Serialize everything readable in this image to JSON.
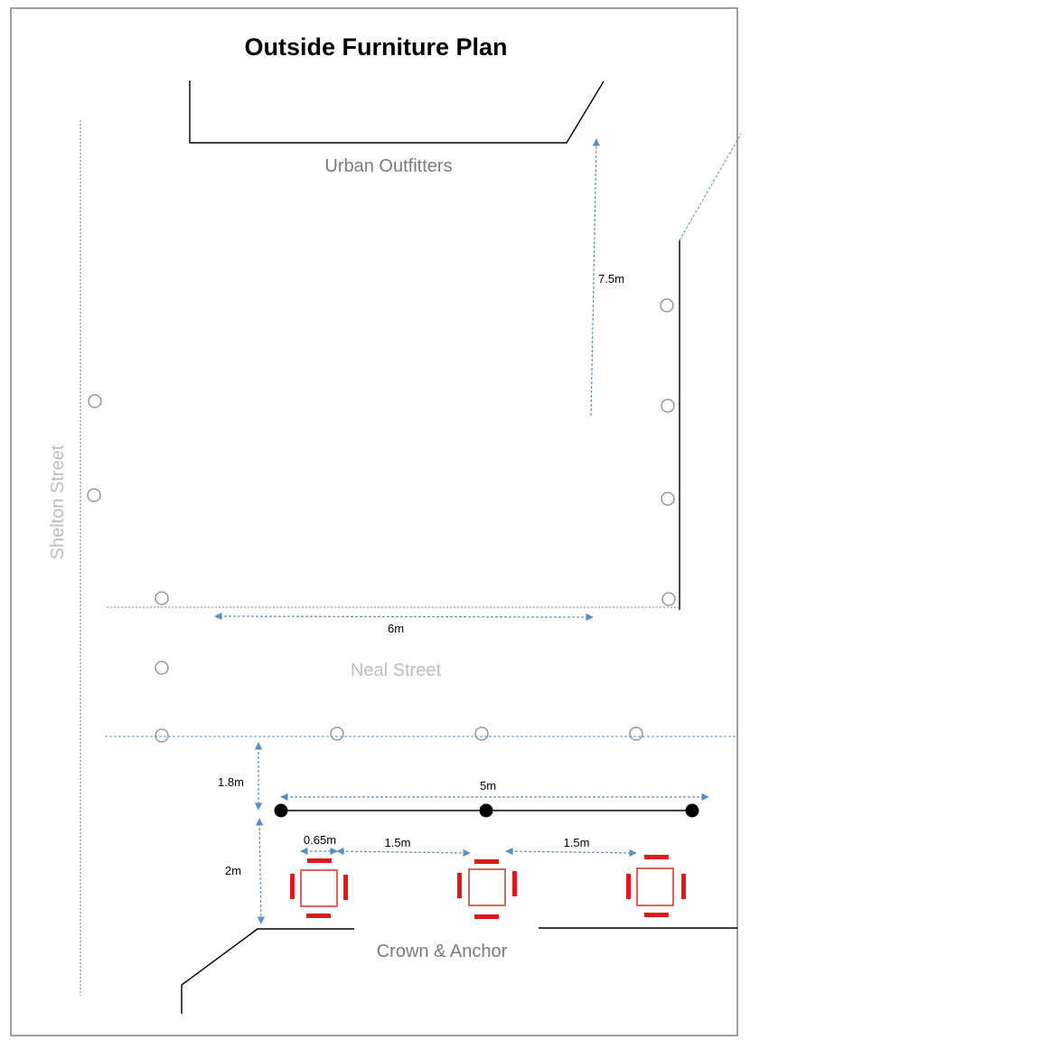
{
  "title": "Outside Furniture Plan",
  "streets": {
    "shelton": "Shelton Street",
    "neal": "Neal Street"
  },
  "buildings": {
    "urban_outfitters": "Urban Outfitters",
    "crown_anchor": "Crown & Anchor"
  },
  "dimensions": {
    "north_depth": "7.5m",
    "north_width": "6m",
    "barrier_length": "5m",
    "kerb_gap": "1.8m",
    "seating_depth": "2m",
    "table_width": "0.65m",
    "table_spacing_1": "1.5m",
    "table_spacing_2": "1.5m"
  },
  "colors": {
    "dimension_arrow": "#5b8fc4",
    "furniture": "#d81b1b",
    "label_gray": "#7b7b7b",
    "street_label": "#bdbdbd"
  }
}
